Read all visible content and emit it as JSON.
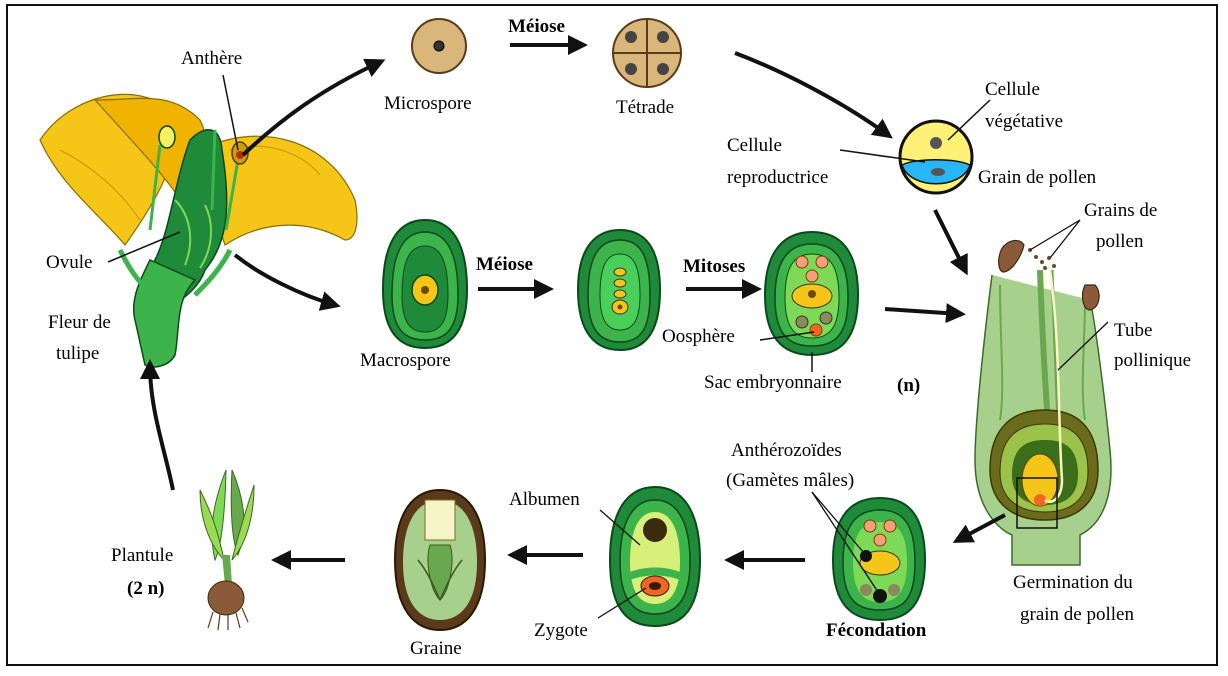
{
  "labels": {
    "anthere": "Anthère",
    "microspore": "Microspore",
    "meiose_top": "Méiose",
    "tetrade": "Tétrade",
    "cellule_vegetative_1": "Cellule",
    "cellule_vegetative_2": "végétative",
    "cellule_reproductrice_1": "Cellule",
    "cellule_reproductrice_2": "reproductrice",
    "grain_de_pollen": "Grain de pollen",
    "grains_de_pollen_1": "Grains de",
    "grains_de_pollen_2": "pollen",
    "ovule": "Ovule",
    "fleur_1": "Fleur de",
    "fleur_2": "tulipe",
    "macrospore": "Macrospore",
    "meiose_mid": "Méiose",
    "mitoses": "Mitoses",
    "oosphere": "Oosphère",
    "sac_embryonnaire": "Sac embryonnaire",
    "n": "(n)",
    "tube_1": "Tube",
    "tube_2": "pollinique",
    "antherozoides_1": "Anthérozoïdes",
    "antherozoides_2": "(Gamètes mâles)",
    "albumen": "Albumen",
    "zygote": "Zygote",
    "fecondation": "Fécondation",
    "graine": "Graine",
    "plantule_1": "Plantule",
    "plantule_2": "(2 n)",
    "germination_1": "Germination du",
    "germination_2": "grain de pollen"
  },
  "colors": {
    "petal_yellow": "#F5C518",
    "dark_green": "#1E8A3A",
    "mid_green": "#3CB44B",
    "light_green": "#B8E07A",
    "pale_green": "#A8D08D",
    "olive": "#6B6B1E",
    "spore_tan": "#D9B67A",
    "cell_blue": "#29B6F6",
    "cell_yellow": "#FFF176",
    "orange": "#F26522",
    "salmon": "#F4A07A",
    "brown": "#5A3A1A",
    "arrow": "#111111"
  }
}
